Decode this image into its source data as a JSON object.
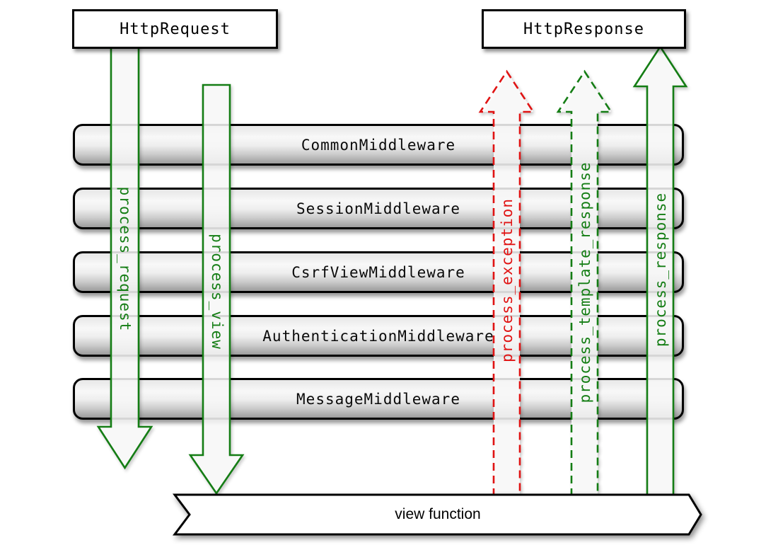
{
  "request_box_label": "HttpRequest",
  "response_box_label": "HttpResponse",
  "middlewares": [
    "CommonMiddleware",
    "SessionMiddleware",
    "CsrfViewMiddleware",
    "AuthenticationMiddleware",
    "MessageMiddleware"
  ],
  "arrows": [
    {
      "label": "process_request",
      "direction": "down",
      "style": "solid",
      "color": "#147d14"
    },
    {
      "label": "process_view",
      "direction": "down",
      "style": "solid",
      "color": "#147d14"
    },
    {
      "label": "process_exception",
      "direction": "up",
      "style": "dashed",
      "color": "#e01313"
    },
    {
      "label": "process_template_response",
      "direction": "up",
      "style": "dashed",
      "color": "#147d14"
    },
    {
      "label": "process_response",
      "direction": "up",
      "style": "solid",
      "color": "#147d14"
    }
  ],
  "view_banner_label": "view function",
  "colors": {
    "green": "#147d14",
    "red": "#e01313",
    "box_border": "#000000",
    "arrow_fill": "rgba(255,255,255,0.84)"
  }
}
